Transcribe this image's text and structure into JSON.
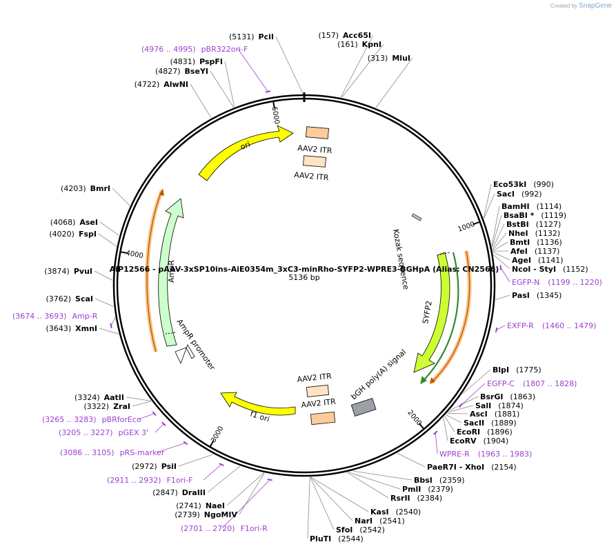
{
  "credit": {
    "prefix": "Created by",
    "brand": "SnapGene"
  },
  "plasmid": {
    "title": "AiP12566 - pAAV-3xSP10ins-AiE0354m_3xC3-minRho-SYFP2-WPRE3-BGHpA (Alias: CN2566)",
    "length_label": "5136 bp",
    "length": 5136
  },
  "ticks": [
    {
      "bp": 1000,
      "label": "1000"
    },
    {
      "bp": 2000,
      "label": "2000"
    },
    {
      "bp": 3000,
      "label": "3000"
    },
    {
      "bp": 4000,
      "label": "4000"
    },
    {
      "bp": 5000,
      "label": "5000"
    }
  ],
  "sites": [
    {
      "id": "pcil",
      "name": "PciI",
      "pos": "(5131)",
      "bp": 5131,
      "side": "L"
    },
    {
      "id": "acc65i",
      "name": "Acc65I",
      "pos": "(157)",
      "bp": 157,
      "side": "R"
    },
    {
      "id": "kpni",
      "name": "KpnI",
      "pos": "(161)",
      "bp": 161,
      "side": "R"
    },
    {
      "id": "mlui",
      "name": "MluI",
      "pos": "(313)",
      "bp": 313,
      "side": "R"
    },
    {
      "id": "pspfi",
      "name": "PspFI",
      "pos": "(4831)",
      "bp": 4831,
      "side": "L"
    },
    {
      "id": "bseyi",
      "name": "BseYI",
      "pos": "(4827)",
      "bp": 4827,
      "side": "L"
    },
    {
      "id": "alwni",
      "name": "AlwNI",
      "pos": "(4722)",
      "bp": 4722,
      "side": "L"
    },
    {
      "id": "bmri",
      "name": "BmrI",
      "pos": "(4203)",
      "bp": 4203,
      "side": "L"
    },
    {
      "id": "asei",
      "name": "AseI",
      "pos": "(4068)",
      "bp": 4068,
      "side": "L"
    },
    {
      "id": "fspi",
      "name": "FspI",
      "pos": "(4020)",
      "bp": 4020,
      "side": "L"
    },
    {
      "id": "pvui",
      "name": "PvuI",
      "pos": "(3874)",
      "bp": 3874,
      "side": "L"
    },
    {
      "id": "scai",
      "name": "ScaI",
      "pos": "(3762)",
      "bp": 3762,
      "side": "L"
    },
    {
      "id": "xmni",
      "name": "XmnI",
      "pos": "(3643)",
      "bp": 3643,
      "side": "L"
    },
    {
      "id": "aatii",
      "name": "AatII",
      "pos": "(3324)",
      "bp": 3324,
      "side": "L"
    },
    {
      "id": "zrai",
      "name": "ZraI",
      "pos": "(3322)",
      "bp": 3322,
      "side": "L"
    },
    {
      "id": "psii",
      "name": "PsiI",
      "pos": "(2972)",
      "bp": 2972,
      "side": "L"
    },
    {
      "id": "draiii",
      "name": "DraIII",
      "pos": "(2847)",
      "bp": 2847,
      "side": "L"
    },
    {
      "id": "naei",
      "name": "NaeI",
      "pos": "(2741)",
      "bp": 2741,
      "side": "L"
    },
    {
      "id": "ngomiv",
      "name": "NgoMIV",
      "pos": "(2739)",
      "bp": 2739,
      "side": "L"
    },
    {
      "id": "pluti",
      "name": "PluTI",
      "pos": "(2544)",
      "bp": 2544,
      "side": "R"
    },
    {
      "id": "sfoi",
      "name": "SfoI",
      "pos": "(2542)",
      "bp": 2542,
      "side": "R"
    },
    {
      "id": "nari",
      "name": "NarI",
      "pos": "(2541)",
      "bp": 2541,
      "side": "R"
    },
    {
      "id": "kasi",
      "name": "KasI",
      "pos": "(2540)",
      "bp": 2540,
      "side": "R"
    },
    {
      "id": "rsrii",
      "name": "RsrII",
      "pos": "(2384)",
      "bp": 2384,
      "side": "R"
    },
    {
      "id": "pmli",
      "name": "PmlI",
      "pos": "(2379)",
      "bp": 2379,
      "side": "R"
    },
    {
      "id": "bbsi",
      "name": "BbsI",
      "pos": "(2359)",
      "bp": 2359,
      "side": "R"
    },
    {
      "id": "paer7i",
      "name": "PaeR7I  - XhoI",
      "pos": "(2154)",
      "bp": 2154,
      "side": "R"
    },
    {
      "id": "ecorv",
      "name": "EcoRV",
      "pos": "(1904)",
      "bp": 1904,
      "side": "R"
    },
    {
      "id": "ecori",
      "name": "EcoRI",
      "pos": "(1896)",
      "bp": 1896,
      "side": "R"
    },
    {
      "id": "sacii",
      "name": "SacII",
      "pos": "(1889)",
      "bp": 1889,
      "side": "R"
    },
    {
      "id": "asci",
      "name": "AscI",
      "pos": "(1881)",
      "bp": 1881,
      "side": "R"
    },
    {
      "id": "sali",
      "name": "SalI",
      "pos": "(1874)",
      "bp": 1874,
      "side": "R"
    },
    {
      "id": "bsrgi",
      "name": "BsrGI",
      "pos": "(1863)",
      "bp": 1863,
      "side": "R"
    },
    {
      "id": "blpi",
      "name": "BlpI",
      "pos": "(1775)",
      "bp": 1775,
      "side": "R"
    },
    {
      "id": "pasi",
      "name": "PasI",
      "pos": "(1345)",
      "bp": 1345,
      "side": "R"
    },
    {
      "id": "ncoi",
      "name": "NcoI  - StyI",
      "pos": "(1152)",
      "bp": 1152,
      "side": "R"
    },
    {
      "id": "agei",
      "name": "AgeI",
      "pos": "(1141)",
      "bp": 1141,
      "side": "R"
    },
    {
      "id": "afei",
      "name": "AfeI",
      "pos": "(1137)",
      "bp": 1137,
      "side": "R"
    },
    {
      "id": "bmti",
      "name": "BmtI",
      "pos": "(1136)",
      "bp": 1136,
      "side": "R"
    },
    {
      "id": "nhei",
      "name": "NheI",
      "pos": "(1132)",
      "bp": 1132,
      "side": "R"
    },
    {
      "id": "bstbi",
      "name": "BstBI",
      "pos": "(1127)",
      "bp": 1127,
      "side": "R"
    },
    {
      "id": "bsabi",
      "name": "BsaBI *",
      "pos": "(1119)",
      "bp": 1119,
      "side": "R"
    },
    {
      "id": "bamhi",
      "name": "BamHI",
      "pos": "(1114)",
      "bp": 1114,
      "side": "R"
    },
    {
      "id": "saci",
      "name": "SacI",
      "pos": "(992)",
      "bp": 992,
      "side": "R"
    },
    {
      "id": "eco53ki",
      "name": "Eco53kI",
      "pos": "(990)",
      "bp": 990,
      "side": "R"
    }
  ],
  "primers": [
    {
      "id": "pbr322ori-f",
      "range": "(4976 .. 4995)",
      "name": "pBR322ori-F",
      "bp": 4985
    },
    {
      "id": "egfp-n",
      "range": "(1199 .. 1220)",
      "name": "EGFP-N",
      "bp": 1210
    },
    {
      "id": "exfp-r",
      "range": "(1460 .. 1479)",
      "name": "EXFP-R",
      "bp": 1470
    },
    {
      "id": "egfp-c",
      "range": "(1807 .. 1828)",
      "name": "EGFP-C",
      "bp": 1818
    },
    {
      "id": "wpre-r",
      "range": "(1963 .. 1983)",
      "name": "WPRE-R",
      "bp": 1973
    },
    {
      "id": "amp-r",
      "range": "(3674 .. 3693)",
      "name": "Amp-R",
      "bp": 3684
    },
    {
      "id": "pbrforeco",
      "range": "(3265 .. 3283)",
      "name": "pBRforEco",
      "bp": 3274
    },
    {
      "id": "pgex3",
      "range": "(3205 .. 3227)",
      "name": "pGEX 3'",
      "bp": 3216
    },
    {
      "id": "prs-marker",
      "range": "(3086 .. 3105)",
      "name": "pRS-marker",
      "bp": 3096
    },
    {
      "id": "f1ori-f",
      "range": "(2911 .. 2932)",
      "name": "F1ori-F",
      "bp": 2922
    },
    {
      "id": "f1ori-r",
      "range": "(2701 .. 2720)",
      "name": "F1ori-R",
      "bp": 2711
    }
  ],
  "features": [
    {
      "id": "ori",
      "label": "ori",
      "color": "#ffff00"
    },
    {
      "id": "ampr",
      "label": "AmpR",
      "color": "#ccffcc"
    },
    {
      "id": "ampr-promoter",
      "label": "AmpR promoter",
      "color": "#ffffff"
    },
    {
      "id": "f1-ori",
      "label": "f1 ori",
      "color": "#ffff00"
    },
    {
      "id": "aav2-itr-1",
      "label": "AAV2 ITR",
      "color": "#ffcc99"
    },
    {
      "id": "aav2-itr-2",
      "label": "AAV2 ITR",
      "color": "#ffe4c4"
    },
    {
      "id": "aav2-itr-3",
      "label": "AAV2 ITR",
      "color": "#ffe4c4"
    },
    {
      "id": "aav2-itr-4",
      "label": "AAV2 ITR",
      "color": "#ffcc99"
    },
    {
      "id": "kozak",
      "label": "Kozak sequence",
      "color": "#bbbbbb"
    },
    {
      "id": "syfp2",
      "label": "SYFP2",
      "color": "#ccff33"
    },
    {
      "id": "bgh-polya",
      "label": "bGH poly(A) signal",
      "color": "#9aa0a6"
    }
  ]
}
